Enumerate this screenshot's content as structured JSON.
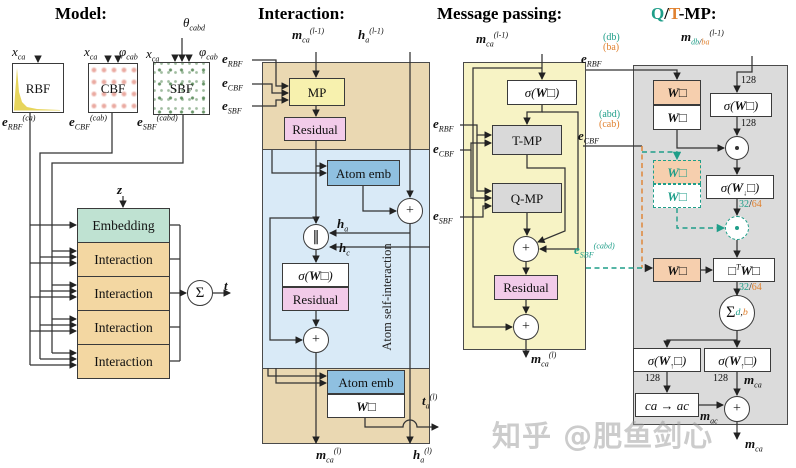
{
  "colors": {
    "teal": "#1f9e89",
    "orange": "#e0812f",
    "tan_container": "#ead8b2",
    "blue_band": "#d9eaf7",
    "mp_yellow": "#f7f1ae",
    "residual_pink": "#f2cbe9",
    "atom_blue": "#8fc0e0",
    "message_yellow": "#f7f3c5",
    "qt_gray": "#dbdbdb",
    "w_peach": "#f6cfae",
    "embedding_green": "#bfe2d2",
    "interaction_tan": "#f3d7a2"
  },
  "headings": {
    "model": "Model:",
    "interaction": "Interaction:",
    "message_passing": "Message passing:",
    "qtmp_q": "Q",
    "qtmp_slash": "/",
    "qtmp_t": "T",
    "qtmp_rest": "-MP:"
  },
  "model": {
    "x_ca": "x_{ca}",
    "phi_cab": "φ_{cab}",
    "theta_cabd": "θ_{cabd}",
    "rbf": "RBF",
    "cbf": "CBF",
    "sbf": "SBF",
    "e_rbf_out": "*e*_{RBF}^{(ca)}",
    "e_cbf_out": "*e*_{CBF}^{(cab)}",
    "e_sbf_out": "*e*_{SBF}^{(cabd)}",
    "z": "*z*",
    "stack": [
      "Embedding",
      "Interaction",
      "Interaction",
      "Interaction",
      "Interaction"
    ],
    "sum": "Σ",
    "t": "*t*"
  },
  "interaction": {
    "in_m": "*m*_{ca}^{(l-1)}",
    "in_h": "*h*_{a}^{(l-1)}",
    "e_rbf": "*e*_{RBF}",
    "e_cbf": "*e*_{CBF}",
    "e_sbf": "*e*_{SBF}",
    "mp": "MP",
    "residual1": "Residual",
    "atom_emb1": "Atom emb",
    "concat": "‖",
    "h_a": "*h*_{a}",
    "h_c": "*h*_{c}",
    "sigma_w": "σ(*W*□)",
    "residual2": "Residual",
    "self1": "Atom",
    "self2": "self-interaction",
    "atom_emb2": "Atom emb",
    "w_box": "*W*□",
    "plus": "+",
    "out_t": "*t*_{a}^{(l)}",
    "out_m": "*m*_{ca}^{(l)}",
    "out_h": "*h*_{a}^{(l)}"
  },
  "message_passing": {
    "in_m": "*m*_{ca}^{(l-1)}",
    "sigma_w": "σ(*W*□)",
    "tmp": "T-MP",
    "qmp": "Q-MP",
    "e_rbf": "*e*_{RBF}",
    "e_cbf": "*e*_{CBF}",
    "e_sbf": "*e*_{SBF}",
    "residual": "Residual",
    "plus": "+",
    "out_m": "*m*_{ca}^{(l)}"
  },
  "qtmp": {
    "in_m_base": "*m*",
    "in_sub_a": "db",
    "in_sub_sep": "/",
    "in_sub_b": "ba",
    "in_sup": "(l-1)",
    "e_rbf_sup1": "(db)",
    "e_rbf_sup2": "(ba)",
    "e_rbf_base": "*e*_{RBF}",
    "e_cbf_sup1": "(abd)",
    "e_cbf_sup2": "(cab)",
    "e_cbf_base": "*e*_{CBF}",
    "e_sbf": "*e*_{SBF}^{(cabd)}",
    "w_top": "*W*□",
    "w_bottom": "*W*□",
    "gw_top": "*W*□",
    "gw_bottom": "*W*□",
    "w_quad": "*W*□",
    "sigma1": "σ(*W*□)",
    "sigma_down": "σ(*W*_{↓}□)",
    "bilinear": "□^{T}*W*□",
    "sigma_up_left": "σ(*W*_{↑}□)",
    "sigma_up_right": "σ(*W*_{↑}□)",
    "sum": "Σ",
    "sum_sub_a": "d",
    "sum_sub_sep": ",",
    "sum_sub_b": "b",
    "n128": "128",
    "n32": "32",
    "n64": "64",
    "nsep": "/",
    "perm": "ca → ac",
    "m_ac": "*m*_{ac}",
    "m_ca": "*m*_{ca}",
    "out_m": "*m*_{ca}",
    "plus": "+"
  },
  "icons": {
    "hadamard": "hadamard-product-icon",
    "sum": "summation-icon",
    "concat": "concat-icon"
  },
  "watermark": "知乎 @肥鱼剑心"
}
